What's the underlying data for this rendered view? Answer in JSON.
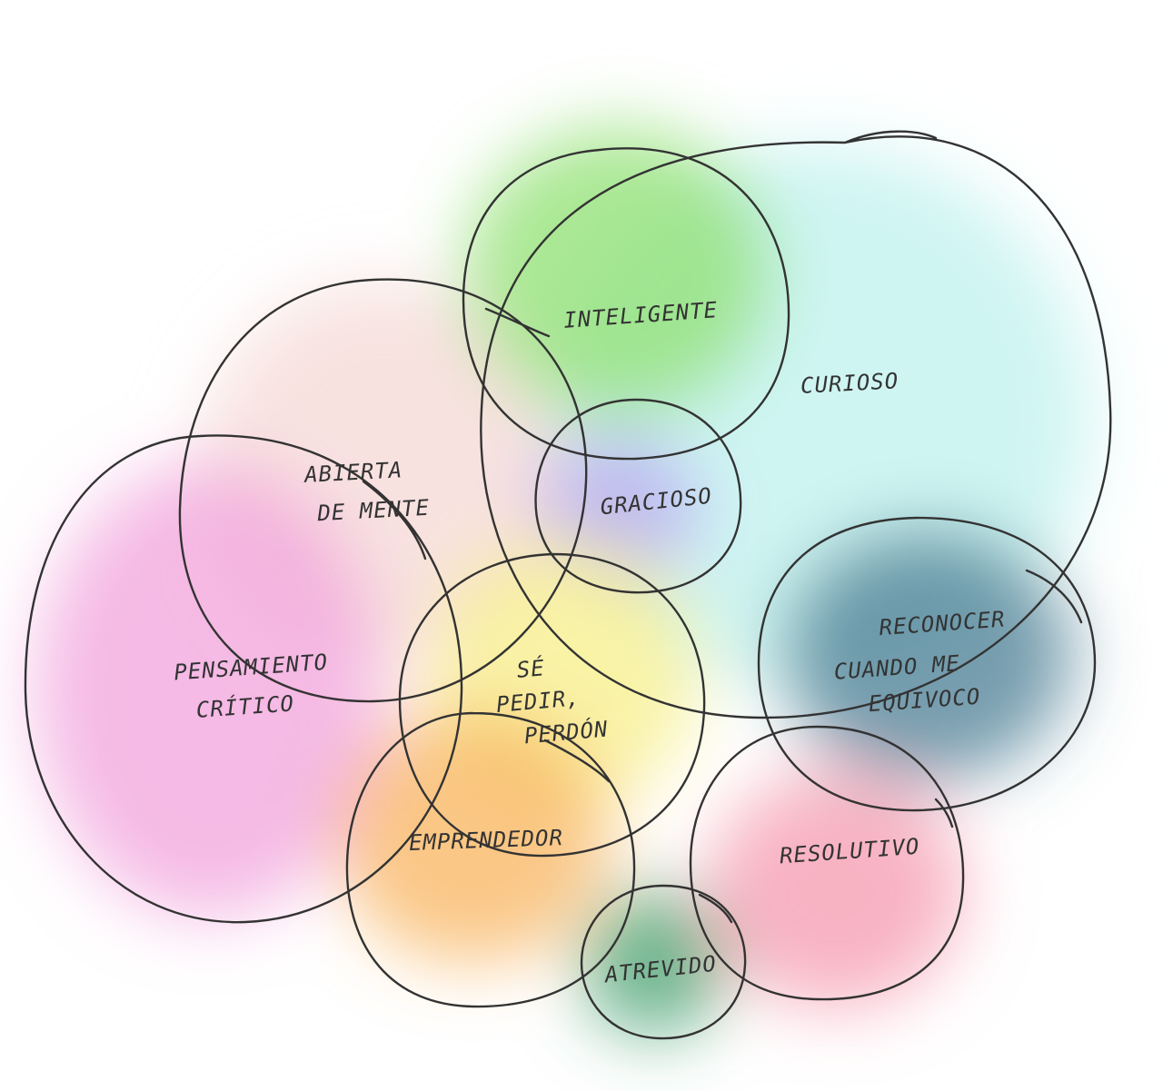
{
  "bubbles": [
    {
      "id": "inteligente",
      "lines": [
        "INTELIGENTE"
      ],
      "color": "#8fe070"
    },
    {
      "id": "curioso",
      "lines": [
        "CURIOSO"
      ],
      "color": "#bff2ee"
    },
    {
      "id": "gracioso",
      "lines": [
        "GRACIOSO"
      ],
      "color": "#b9a6f2"
    },
    {
      "id": "abierta",
      "lines": [
        "ABIERTA",
        "DE MENTE"
      ],
      "color": "#f6d8d6"
    },
    {
      "id": "pensamiento",
      "lines": [
        "PENSAMIENTO",
        "CRÍTICO"
      ],
      "color": "#f2a3dc"
    },
    {
      "id": "perdon",
      "lines": [
        "SÉ",
        "PEDIR,",
        "PERDÓN"
      ],
      "color": "#f7ef8a"
    },
    {
      "id": "emprendedor",
      "lines": [
        "EMPRENDEDOR"
      ],
      "color": "#f8b45e"
    },
    {
      "id": "reconocer",
      "lines": [
        "RECONOCER",
        "CUANDO ME",
        "EQUIVOCO"
      ],
      "color": "#4a7c93"
    },
    {
      "id": "resolutivo",
      "lines": [
        "RESOLUTIVO"
      ],
      "color": "#f59aaf"
    },
    {
      "id": "atrevido",
      "lines": [
        "ATREVIDO"
      ],
      "color": "#3e9c69"
    }
  ]
}
